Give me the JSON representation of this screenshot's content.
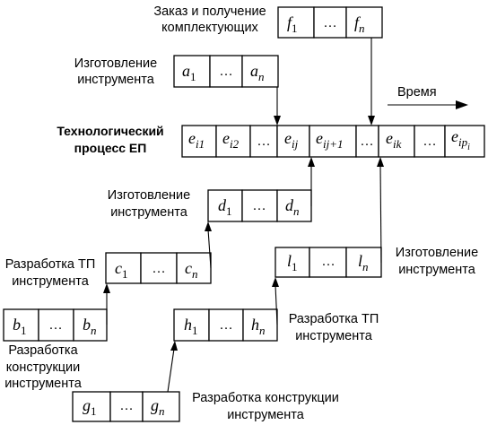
{
  "labels": {
    "order": [
      "Заказ и получение",
      "комплектующих"
    ],
    "tool_make_a": [
      "Изготовление",
      "инструмента"
    ],
    "time": "Время",
    "process": [
      "Технологический",
      "процесс ЕП"
    ],
    "tool_make_d": [
      "Изготовление",
      "инструмента"
    ],
    "tp_dev_c": [
      "Разработка ТП",
      "инструмента"
    ],
    "tool_make_l": [
      "Изготовление",
      "инструмента"
    ],
    "design_dev_b": [
      "Разработка",
      "конструкции",
      "инструмента"
    ],
    "tp_dev_h": [
      "Разработка ТП",
      "инструмента"
    ],
    "design_dev_g": [
      "Разработка конструкции",
      "инструмента"
    ]
  },
  "chains": {
    "f": {
      "first": {
        "v": "f",
        "s": "1"
      },
      "dots": "…",
      "last": {
        "v": "f",
        "s": "n"
      }
    },
    "a": {
      "first": {
        "v": "a",
        "s": "1"
      },
      "dots": "…",
      "last": {
        "v": "a",
        "s": "n"
      }
    },
    "d": {
      "first": {
        "v": "d",
        "s": "1"
      },
      "dots": "…",
      "last": {
        "v": "d",
        "s": "n"
      }
    },
    "c": {
      "first": {
        "v": "c",
        "s": "1"
      },
      "dots": "…",
      "last": {
        "v": "c",
        "s": "n"
      }
    },
    "l": {
      "first": {
        "v": "l",
        "s": "1"
      },
      "dots": "…",
      "last": {
        "v": "l",
        "s": "n"
      }
    },
    "b": {
      "first": {
        "v": "b",
        "s": "1"
      },
      "dots": "…",
      "last": {
        "v": "b",
        "s": "n"
      }
    },
    "h": {
      "first": {
        "v": "h",
        "s": "1"
      },
      "dots": "…",
      "last": {
        "v": "h",
        "s": "n"
      }
    },
    "g": {
      "first": {
        "v": "g",
        "s": "1"
      },
      "dots": "…",
      "last": {
        "v": "g",
        "s": "n"
      }
    }
  },
  "process_chain": {
    "e1": {
      "v": "e",
      "s": "i1"
    },
    "e2": {
      "v": "e",
      "s": "i2"
    },
    "dots": "…",
    "eij": {
      "v": "e",
      "s": "ij"
    },
    "eij1": {
      "v": "e",
      "s": "ij+1"
    },
    "eik": {
      "v": "e",
      "s": "ik"
    },
    "eip": {
      "v": "e",
      "s": "ip",
      "s2": "i"
    }
  }
}
